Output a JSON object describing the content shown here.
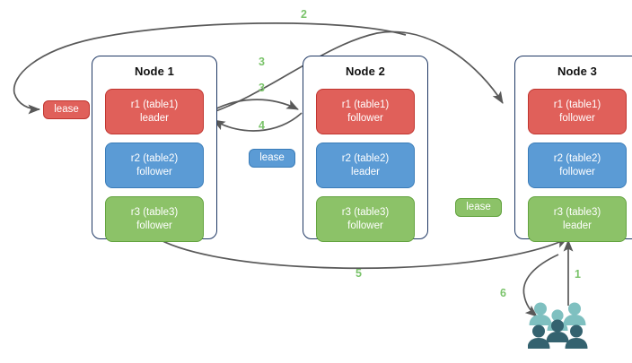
{
  "diagram": {
    "title_absent": true,
    "colors": {
      "replica_red": "#e0605a",
      "replica_blue": "#5b9bd5",
      "replica_green": "#8cc268",
      "node_border": "#1f3864",
      "arrow": "#595959",
      "step_label": "#7ac36a",
      "users_light": "#7fc0c0",
      "users_dark": "#34626f"
    },
    "nodes": [
      {
        "id": "node-1",
        "title": "Node 1",
        "replicas": [
          {
            "color": "red",
            "line1": "r1 (table1)",
            "line2": "leader"
          },
          {
            "color": "blue",
            "line1": "r2 (table2)",
            "line2": "follower"
          },
          {
            "color": "green",
            "line1": "r3 (table3)",
            "line2": "follower"
          }
        ]
      },
      {
        "id": "node-2",
        "title": "Node 2",
        "replicas": [
          {
            "color": "red",
            "line1": "r1 (table1)",
            "line2": "follower"
          },
          {
            "color": "blue",
            "line1": "r2 (table2)",
            "line2": "leader"
          },
          {
            "color": "green",
            "line1": "r3 (table3)",
            "line2": "follower"
          }
        ]
      },
      {
        "id": "node-3",
        "title": "Node 3",
        "replicas": [
          {
            "color": "red",
            "line1": "r1 (table1)",
            "line2": "follower"
          },
          {
            "color": "blue",
            "line1": "r2 (table2)",
            "line2": "follower"
          },
          {
            "color": "green",
            "line1": "r3 (table3)",
            "line2": "leader"
          }
        ]
      }
    ],
    "leases": [
      {
        "id": "lease-red",
        "label": "lease",
        "color": "red"
      },
      {
        "id": "lease-blue",
        "label": "lease",
        "color": "blue"
      },
      {
        "id": "lease-green",
        "label": "lease",
        "color": "green"
      }
    ],
    "steps": [
      {
        "id": "step-1",
        "label": "1"
      },
      {
        "id": "step-2",
        "label": "2"
      },
      {
        "id": "step-3a",
        "label": "3"
      },
      {
        "id": "step-3b",
        "label": "3"
      },
      {
        "id": "step-4",
        "label": "4"
      },
      {
        "id": "step-5",
        "label": "5"
      },
      {
        "id": "step-6",
        "label": "6"
      }
    ],
    "icons": {
      "users": "users-group-icon"
    }
  }
}
